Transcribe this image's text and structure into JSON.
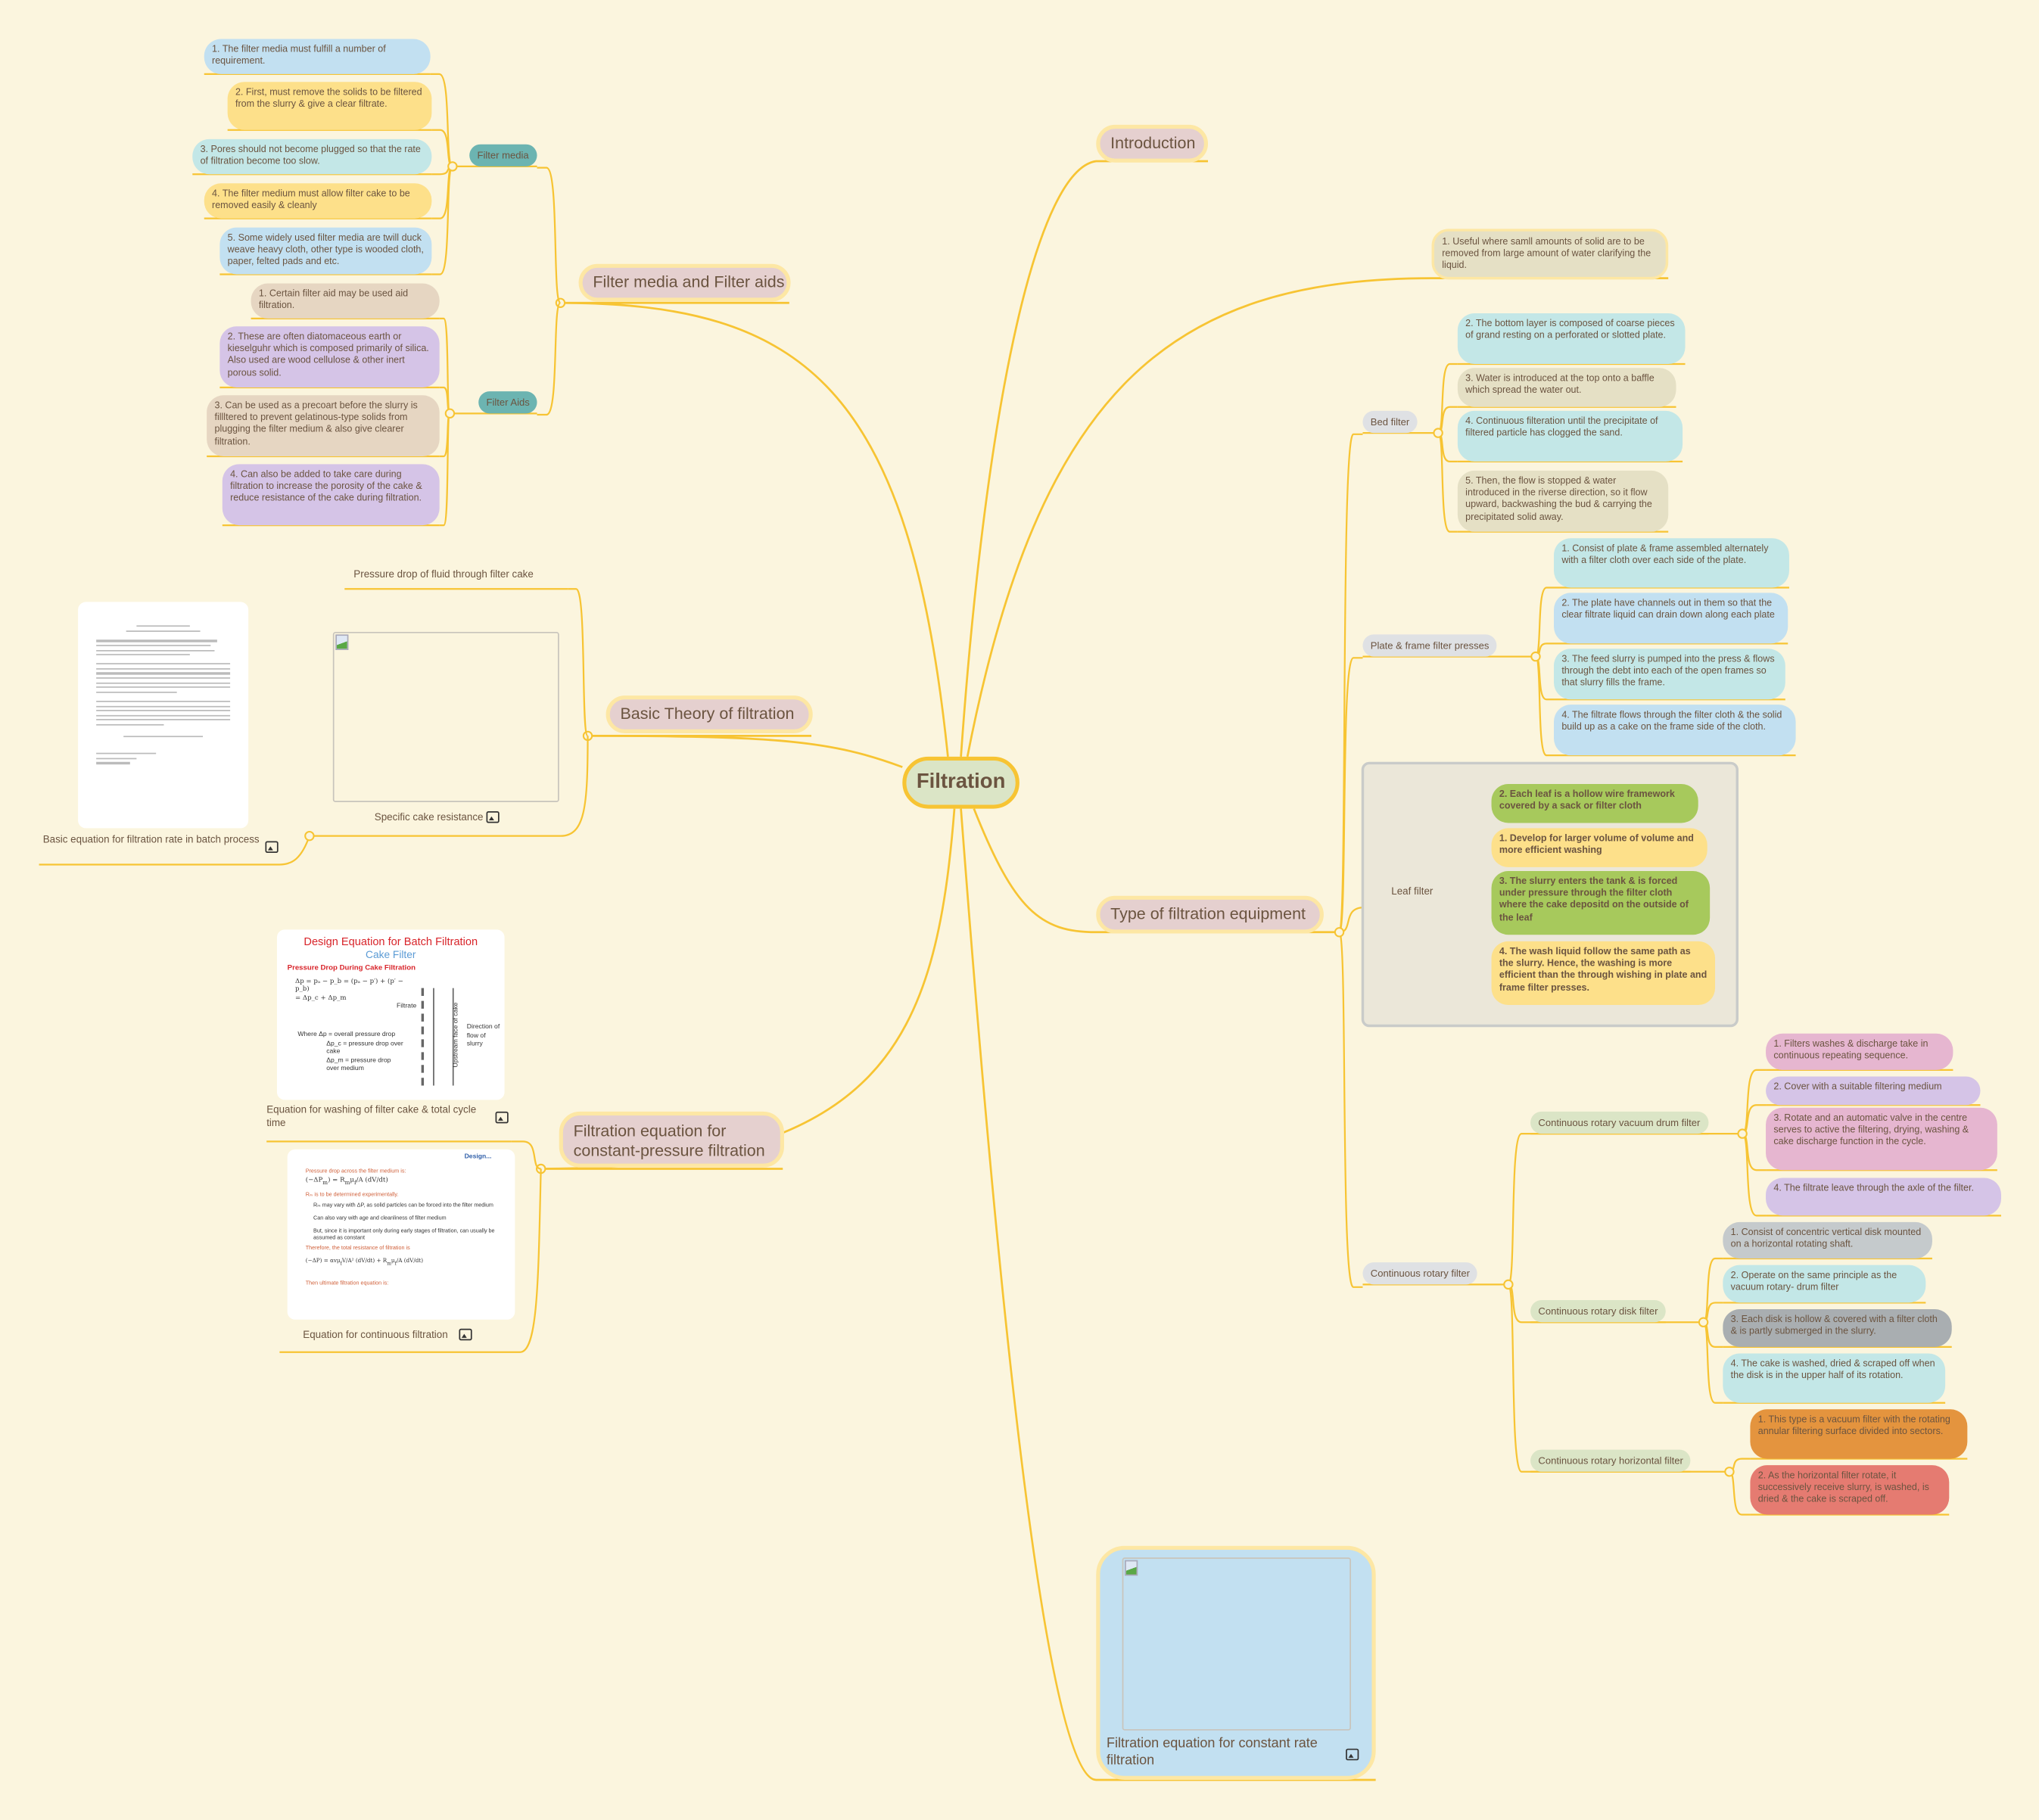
{
  "center": {
    "label": "Filtration"
  },
  "introduction": {
    "label": "Introduction"
  },
  "filter_media_aids": {
    "label": "Filter media and Filter aids",
    "filter_media": {
      "label": "Filter media",
      "items": [
        "1. The filter media must fulfill a number of requirement.",
        "2. First, must remove the solids to be filtered from the slurry & give a clear filtrate.",
        "3. Pores should not become plugged so that the rate of filtration become too slow.",
        "4. The filter medium must allow filter cake to be removed easily & cleanly",
        "5. Some widely used filter media are twill duck weave heavy cloth, other type is wooded cloth, paper, felted pads and etc."
      ]
    },
    "filter_aids": {
      "label": "Filter Aids",
      "items": [
        "1. Certain filter aid may be used aid filtration.",
        "2. These are often diatomaceous earth or kieselguhr which is composed primarily of silica. Also used are wood cellulose & other inert porous solid.",
        "3. Can be used as a precoart before the slurry is fillltered to prevent gelatinous-type solids from plugging the filter medium & also give clearer filtration.",
        "4. Can also be added to take care during filtration to increase the porosity of the cake & reduce resistance of the cake during filtration."
      ]
    }
  },
  "basic_theory": {
    "label": "Basic Theory of filtration",
    "pressure_drop": "Pressure drop of fluid through filter cake",
    "specific_cake": "Specific cake resistance",
    "basic_equation": "Basic equation for filtration rate in batch process"
  },
  "constant_pressure": {
    "label": "Filtration equation for constant-pressure filtration",
    "washing": "Equation for washing of filter cake & total cycle time",
    "continuous": "Equation for continuous filtration",
    "slide1": {
      "title": "Design Equation for Batch Filtration",
      "subtitle": "Cake Filter",
      "heading": "Pressure Drop During Cake Filtration",
      "eq1": "Δp = pₐ − p_b = (pₐ − p′) + (p′ − p_b)",
      "eq2": "= Δp_c + Δp_m",
      "where1": "Where Δp = overall pressure drop",
      "where2": "Δp_c = pressure drop over cake",
      "where3": "Δp_m = pressure drop over medium",
      "filtrate": "Filtrate",
      "direction": "Direction of flow of slurry",
      "upstream": "Upstream face of cake"
    },
    "slide2": {
      "title": "Design...",
      "l1": "Pressure drop across the filter medium is:",
      "l2": "Rₘ is to be determined experimentally.",
      "b1": "Rₘ may vary with ΔP, as solid particles can be forced into the filter medium",
      "b2": "Can also vary with age and cleanliness of filter medium",
      "b3": "But, since it is important only during early stages of filtration, can usually be assumed as constant",
      "l3": "Therefore, the total resistance of filtration is",
      "l4": "Then ultimate filtration equation is:"
    }
  },
  "constant_rate": {
    "label": "Filtration equation for constant rate filtration"
  },
  "clarifying": {
    "text": "1. Useful where samll amounts of solid are to be removed from large amount of water clarifying the liquid."
  },
  "equipment": {
    "label": "Type of filtration equipment",
    "bed_filter": {
      "label": "Bed filter",
      "items": [
        "2. The bottom layer is composed of coarse pieces of grand resting on a perforated or slotted plate.",
        "3. Water is introduced at the top onto a baffle which spread the water out.",
        "4. Continuous filteration until the precipitate of filtered particle has clogged the sand.",
        "5. Then, the flow is stopped & water introduced in the riverse direction, so it flow upward, backwashing the bud & carrying the precipitated solid away."
      ]
    },
    "plate_frame": {
      "label": "Plate & frame filter presses",
      "items": [
        "1. Consist of plate & frame assembled alternately with a filter cloth over each side of the plate.",
        "2. The plate have channels out in them so that the clear filtrate liquid can drain down along each plate",
        "3. The feed slurry is pumped into the press & flows through the debt into each of the open frames so that slurry fills the frame.",
        "4. The filtrate flows through the filter cloth & the solid build up as a cake on the frame side of the cloth."
      ]
    },
    "leaf_filter": {
      "label": "Leaf filter",
      "items": [
        "2. Each leaf is a hollow wire framework covered by a sack or filter cloth",
        "1. Develop for larger volume of volume and more efficient washing",
        "3. The slurry enters the tank & is forced under pressure through the filter cloth where the cake depositd on the outside of the leaf",
        "4. The wash liquid follow the same path as the slurry. Hence, the washing is more efficient than the through wishing in plate and frame filter presses."
      ]
    },
    "continuous_rotary": {
      "label": "Continuous rotary filter",
      "drum": {
        "label": "Continuous rotary vacuum drum filter",
        "items": [
          "1. Filters washes & discharge take in continuous repeating sequence.",
          "2. Cover with a suitable filtering medium",
          "3. Rotate and an automatic valve in the centre serves to active the filtering, drying, washing & cake discharge function in the cycle.",
          "4. The filtrate leave through the axle of the filter."
        ]
      },
      "disk": {
        "label": "Continuous rotary disk filter",
        "items": [
          "1. Consist of concentric vertical disk mounted on a horizontal rotating shaft.",
          "2. Operate on the same principle as the vacuum rotary- drum filter",
          "3. Each disk is hollow & covered with a filter cloth & is partly submerged in the slurry.",
          "4. The cake is washed, dried & scraped off when the disk is in the upper half of its rotation."
        ]
      },
      "horizontal": {
        "label": "Continuous rotary horizontal filter",
        "items": [
          "1. This type is a vacuum filter with the rotating annular filtering surface divided into sectors.",
          "2. As the horizontal filter rotate, it successively receive slurry, is washed, is dried & the cake is scraped off."
        ]
      }
    }
  },
  "colors": {
    "branch": "#f7c433",
    "background": "#fbf5de",
    "text": "#6b5440",
    "center_fill": "#dbe5c6",
    "topic_fill": "#e5d0cf"
  }
}
